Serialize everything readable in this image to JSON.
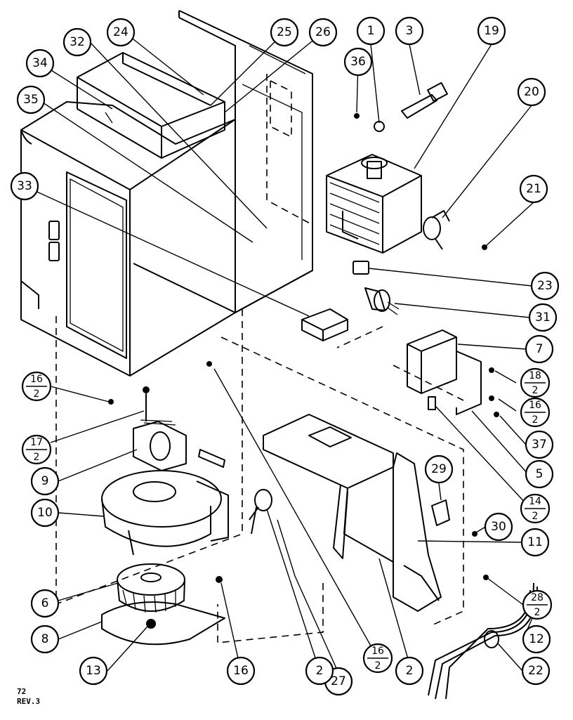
{
  "callouts": [
    {
      "label": "1"
    },
    {
      "label": "3"
    },
    {
      "label": "19"
    },
    {
      "label": "20"
    },
    {
      "label": "21"
    },
    {
      "label": "23"
    },
    {
      "label": "31"
    },
    {
      "label": "7"
    },
    {
      "label": "37"
    },
    {
      "label": "5"
    },
    {
      "label": "29"
    },
    {
      "label": "30"
    },
    {
      "label": "11"
    },
    {
      "label": "12"
    },
    {
      "label": "22"
    },
    {
      "label": "2"
    },
    {
      "label": "27"
    },
    {
      "label": "2"
    },
    {
      "label": "16"
    },
    {
      "label": "13"
    },
    {
      "label": "8"
    },
    {
      "label": "6"
    },
    {
      "label": "10"
    },
    {
      "label": "9"
    },
    {
      "label": "24"
    },
    {
      "label": "32"
    },
    {
      "label": "34"
    },
    {
      "label": "35"
    },
    {
      "label": "33"
    },
    {
      "label": "25"
    },
    {
      "label": "26"
    },
    {
      "label": "36"
    }
  ],
  "fraction_callouts": [
    {
      "top": "16",
      "bottom": "2"
    },
    {
      "top": "17",
      "bottom": "2"
    },
    {
      "top": "18",
      "bottom": "2"
    },
    {
      "top": "16",
      "bottom": "2"
    },
    {
      "top": "14",
      "bottom": "2"
    },
    {
      "top": "28",
      "bottom": "2"
    },
    {
      "top": "16",
      "bottom": "2"
    }
  ],
  "footer": {
    "page_number": "72",
    "revision": "REV.3"
  }
}
